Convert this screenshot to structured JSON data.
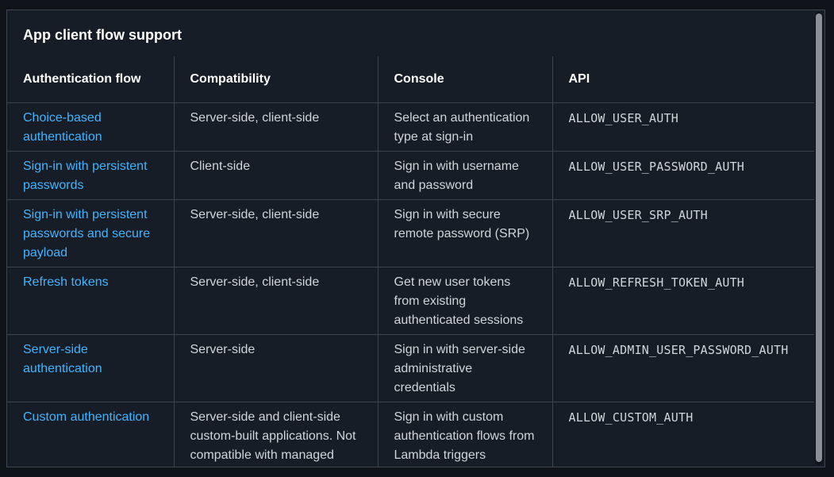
{
  "panel": {
    "title": "App client flow support"
  },
  "table": {
    "headers": [
      "Authentication flow",
      "Compatibility",
      "Console",
      "API"
    ],
    "rows": [
      {
        "flow": "Choice-based authentication",
        "compatibility": "Server-side, client-side",
        "console": "Select an authentication type at sign-in",
        "api": "ALLOW_USER_AUTH"
      },
      {
        "flow": "Sign-in with persistent passwords",
        "compatibility": "Client-side",
        "console": "Sign in with username and password",
        "api": "ALLOW_USER_PASSWORD_AUTH"
      },
      {
        "flow": "Sign-in with persistent passwords and secure payload",
        "compatibility": "Server-side, client-side",
        "console": "Sign in with secure remote password (SRP)",
        "api": "ALLOW_USER_SRP_AUTH"
      },
      {
        "flow": "Refresh tokens",
        "compatibility": "Server-side, client-side",
        "console": "Get new user tokens from existing authenticated sessions",
        "api": "ALLOW_REFRESH_TOKEN_AUTH"
      },
      {
        "flow": "Server-side authentication",
        "compatibility": "Server-side",
        "console": "Sign in with server-side administrative credentials",
        "api": "ALLOW_ADMIN_USER_PASSWORD_AUTH"
      },
      {
        "flow": "Custom authentication",
        "compatibility": "Server-side and client-side custom-built applications. Not compatible with managed login.",
        "console": "Sign in with custom authentication flows from Lambda triggers",
        "api": "ALLOW_CUSTOM_AUTH"
      }
    ]
  },
  "colors": {
    "background": "#0f141a",
    "panel": "#161d26",
    "border": "#3c4450",
    "link": "#42b4ff",
    "text": "#d1d5db",
    "heading": "#ffffff"
  }
}
